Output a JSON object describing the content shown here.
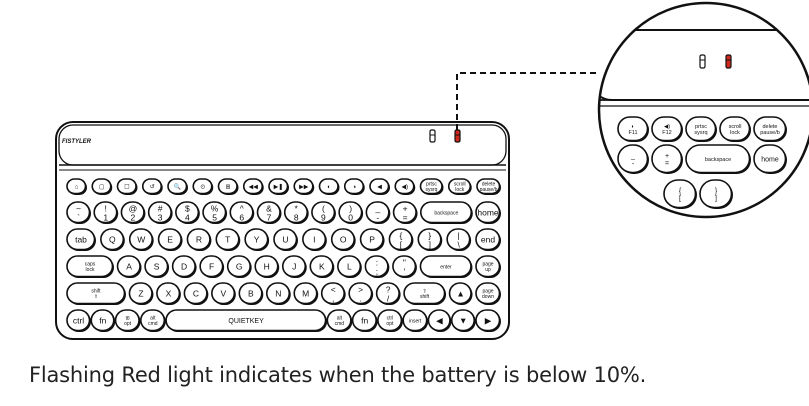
{
  "brand": "FISTYLER",
  "product_label": "QUIETKEY",
  "colors": {
    "indicator_green": "#ffffff",
    "indicator_red": "#d0281e",
    "outline": "#111111"
  },
  "caption": "Flashing Red light indicates when the battery is below 10%.",
  "rows": [
    [
      {
        "t": "⌂"
      },
      {
        "t": "▢"
      },
      {
        "t": "☐"
      },
      {
        "t": "↺"
      },
      {
        "t": "🔍"
      },
      {
        "t": "⊙"
      },
      {
        "t": "⊞"
      },
      {
        "t": "◀◀"
      },
      {
        "t": "▶❚"
      },
      {
        "t": "▶▶"
      },
      {
        "t": "◐"
      },
      {
        "t": "◑"
      },
      {
        "t": "◀"
      },
      {
        "t": "◀)"
      },
      {
        "t": "prtsc sysrq"
      },
      {
        "t": "scroll lock"
      },
      {
        "t": "delete pause/b"
      }
    ],
    [
      {
        "t": "~ `"
      },
      {
        "t": "! 1"
      },
      {
        "t": "@ 2"
      },
      {
        "t": "# 3"
      },
      {
        "t": "$ 4"
      },
      {
        "t": "% 5"
      },
      {
        "t": "^ 6"
      },
      {
        "t": "& 7"
      },
      {
        "t": "* 8"
      },
      {
        "t": "( 9"
      },
      {
        "t": ") 0"
      },
      {
        "t": "_ -"
      },
      {
        "t": "+ ="
      },
      {
        "t": "backspace"
      },
      {
        "t": "home"
      }
    ],
    [
      {
        "t": "tab"
      },
      {
        "t": "Q"
      },
      {
        "t": "W"
      },
      {
        "t": "E"
      },
      {
        "t": "R"
      },
      {
        "t": "T"
      },
      {
        "t": "Y"
      },
      {
        "t": "U"
      },
      {
        "t": "I"
      },
      {
        "t": "O"
      },
      {
        "t": "P"
      },
      {
        "t": "{ ["
      },
      {
        "t": "} ]"
      },
      {
        "t": "| \\"
      },
      {
        "t": "end"
      }
    ],
    [
      {
        "t": "caps lock"
      },
      {
        "t": "A"
      },
      {
        "t": "S"
      },
      {
        "t": "D"
      },
      {
        "t": "F"
      },
      {
        "t": "G"
      },
      {
        "t": "H"
      },
      {
        "t": "J"
      },
      {
        "t": "K"
      },
      {
        "t": "L"
      },
      {
        "t": ": ;"
      },
      {
        "t": "\" '"
      },
      {
        "t": "enter"
      },
      {
        "t": "page up"
      }
    ],
    [
      {
        "t": "shift ⇧"
      },
      {
        "t": "Z"
      },
      {
        "t": "X"
      },
      {
        "t": "C"
      },
      {
        "t": "V"
      },
      {
        "t": "B"
      },
      {
        "t": "N"
      },
      {
        "t": "M"
      },
      {
        "t": "< ,"
      },
      {
        "t": "> ."
      },
      {
        "t": "? /"
      },
      {
        "t": "⇧ shift"
      },
      {
        "t": "▲"
      },
      {
        "t": "page down"
      }
    ],
    [
      {
        "t": "ctrl"
      },
      {
        "t": "fn"
      },
      {
        "t": "⊞ opt"
      },
      {
        "t": "alt cmd"
      },
      {
        "t": "QUIETKEY"
      },
      {
        "t": "alt cmd"
      },
      {
        "t": "fn"
      },
      {
        "t": "ctrl opt"
      },
      {
        "t": "insert"
      },
      {
        "t": "◀"
      },
      {
        "t": "▼"
      },
      {
        "t": "▶"
      }
    ]
  ],
  "zoom_keys": [
    {
      "t": "◐ F11"
    },
    {
      "t": "◀) F12"
    },
    {
      "t": "prtsc sysrq"
    },
    {
      "t": "scroll lock"
    },
    {
      "t": "delete pause/b"
    },
    {
      "t": "_ -"
    },
    {
      "t": "+ ="
    },
    {
      "t": "backspace"
    },
    {
      "t": "home"
    },
    {
      "t": "{ ["
    },
    {
      "t": "} ]"
    }
  ]
}
